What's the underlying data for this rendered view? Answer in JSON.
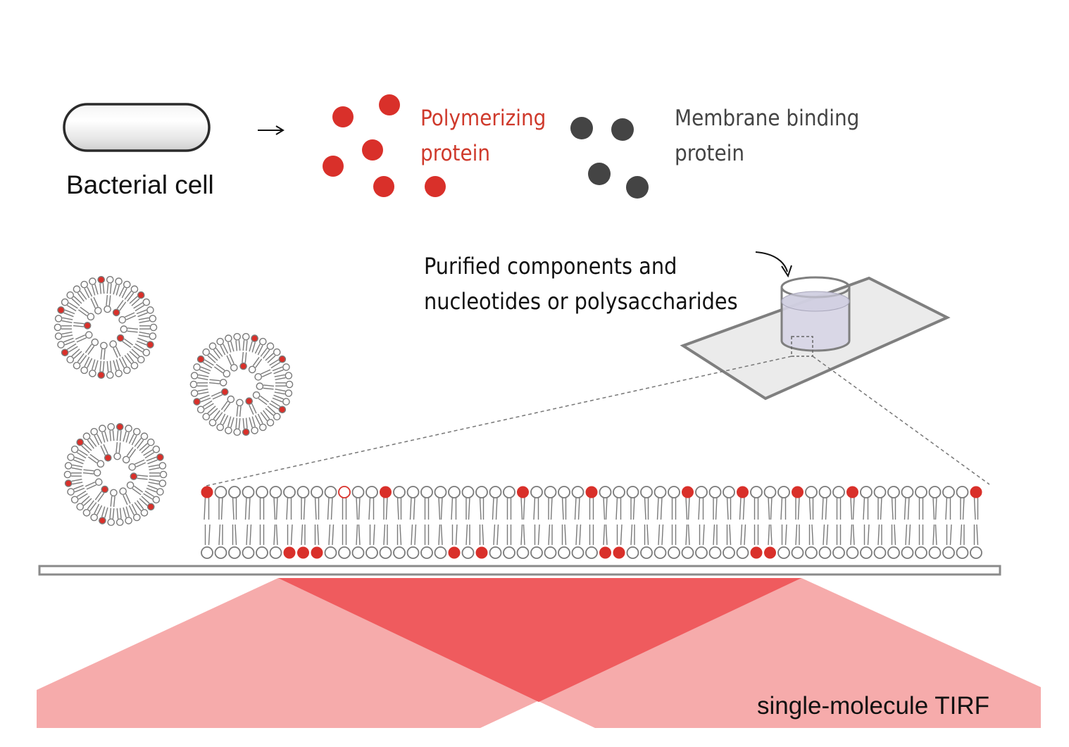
{
  "labels": {
    "bacterial_cell": "Bacterial cell",
    "arrow": "→",
    "polymerizing_protein_line1": "Polymerizing",
    "polymerizing_protein_line2": "protein",
    "membrane_binding_protein_line1": "Membrane binding",
    "membrane_binding_protein_line2": "protein",
    "purified_line1": "Purified components and",
    "purified_line2": "nucleotides or polysaccharides",
    "tirf": "single-molecule TIRF"
  },
  "colors": {
    "protein_red": "#d9302a",
    "membrane_protein_gray": "#444444",
    "lipid_stroke": "#7a7a7a",
    "tirf_light": "#f6abab",
    "tirf_dark": "#ef5b5e",
    "polymerizing_text": "#cf3a2c",
    "membrane_text": "#444444"
  },
  "icons": {
    "bacterial_cell": "capsule-shape",
    "arrow": "right-arrow-icon",
    "chamber": "cylinder-well-on-slide"
  }
}
